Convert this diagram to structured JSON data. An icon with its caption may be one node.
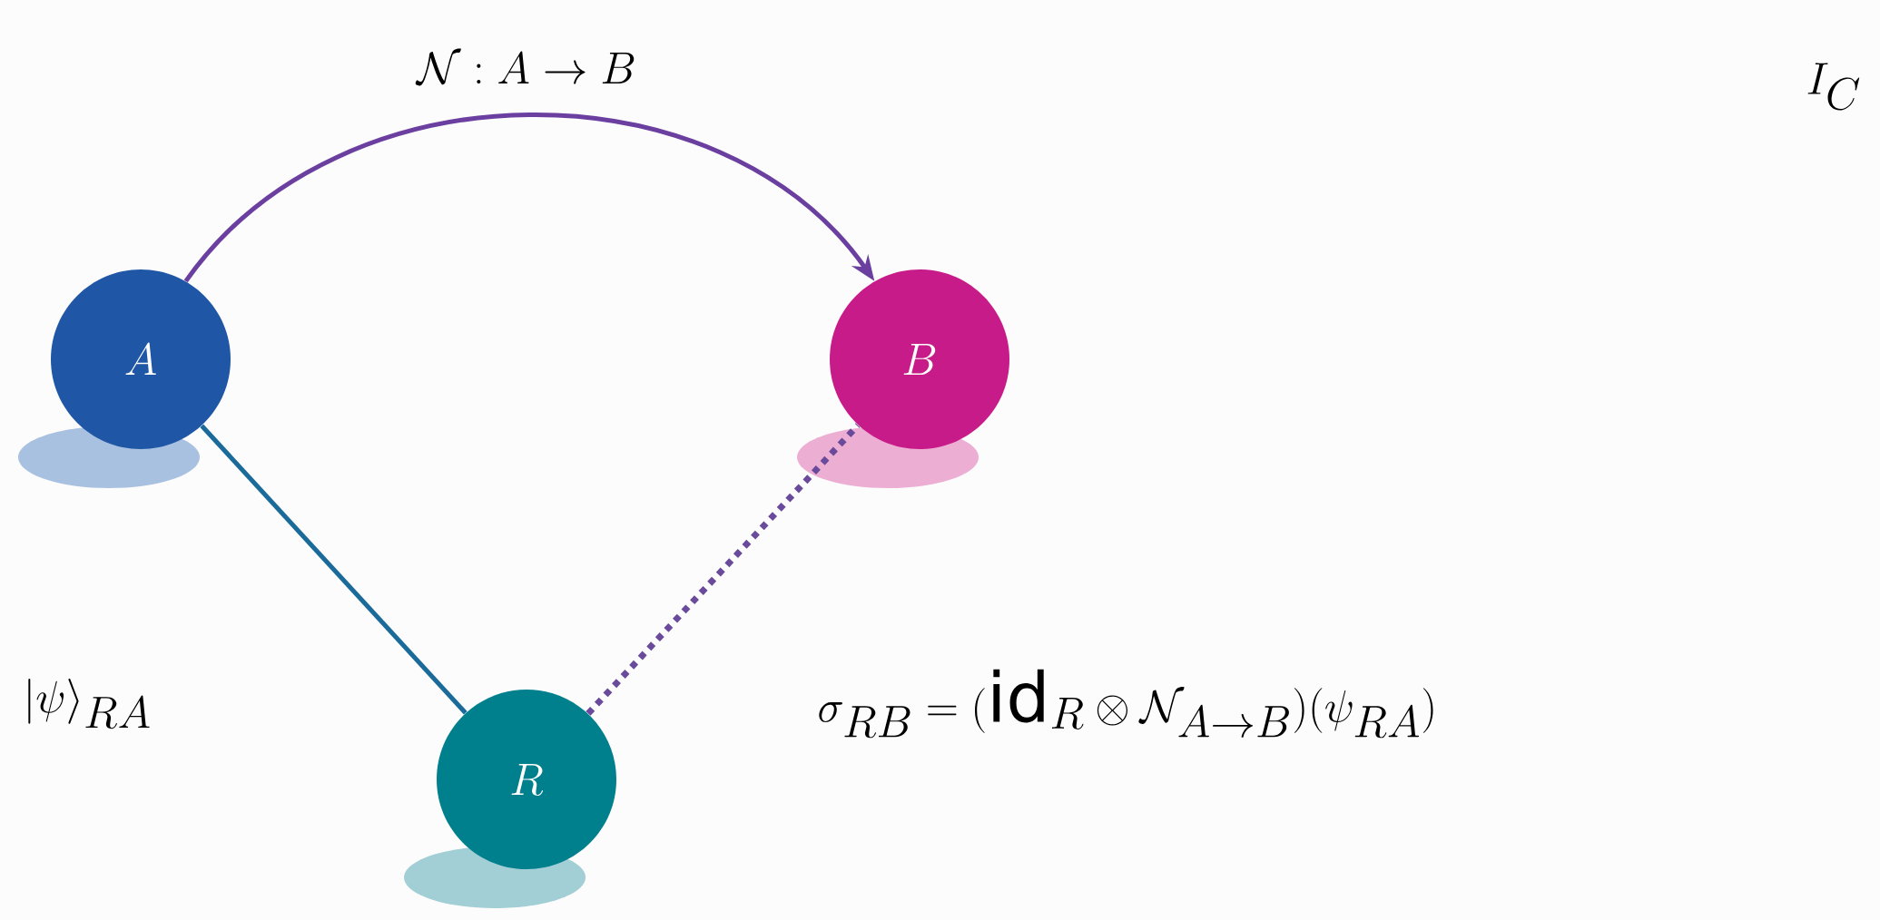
{
  "diagram": {
    "nodes": [
      {
        "text": [
          "A"
        ]
      },
      {
        "text": [
          "B"
        ]
      },
      {
        "text": [
          "R"
        ]
      }
    ],
    "edges": [
      {
        "from": 0,
        "to": 1,
        "arrow": "to",
        "label": "\\mathcal{N} : A \\to B",
        "color": "#6a3fa0"
      },
      {
        "from": 0,
        "to": 2,
        "arrow": "none",
        "color": "#1a6a9a"
      },
      {
        "from": 2,
        "to": 1,
        "arrow": "none",
        "style": "dashed",
        "color": "#6a4a9a"
      }
    ],
    "labels": [
      "|\\psi\\rangle_{RA}",
      "\\sigma_{RB} = (\\mathrm{id}_R \\otimes \\mathcal{N}_{A\\to B})(\\psi_{RA})",
      "I_C"
    ]
  }
}
